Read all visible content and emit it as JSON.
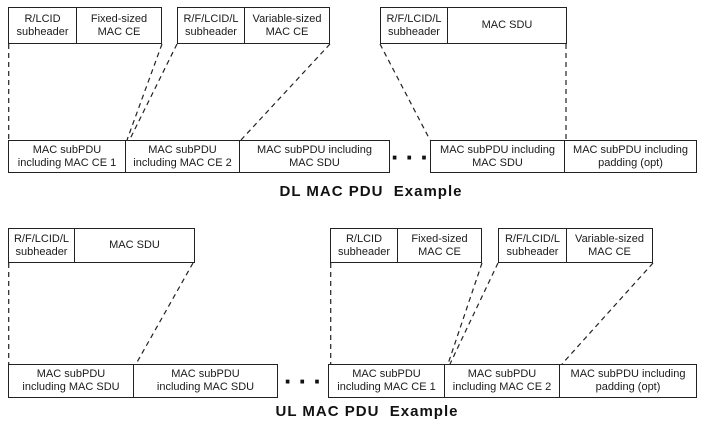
{
  "colors": {
    "background": "#ffffff",
    "line": "#222222",
    "text": "#1a1a1a"
  },
  "dl": {
    "title": "DL MAC PDU  Example",
    "ellipsis": "···",
    "subpdus": [
      {
        "header": "R/LCID\nsubheader",
        "payload": "Fixed-sized\nMAC CE"
      },
      {
        "header": "R/F/LCID/L\nsubheader",
        "payload": "Variable-sized\nMAC CE"
      },
      {
        "header": "R/F/LCID/L\nsubheader",
        "payload": "MAC SDU"
      }
    ],
    "pdu_subpdus": [
      "MAC subPDU\nincluding MAC CE 1",
      "MAC subPDU\nincluding MAC CE 2",
      "MAC subPDU including\nMAC SDU",
      "MAC subPDU including\nMAC SDU",
      "MAC subPDU including\npadding (opt)"
    ]
  },
  "ul": {
    "title": "UL MAC PDU  Example",
    "ellipsis": "···",
    "subpdus": [
      {
        "header": "R/F/LCID/L\nsubheader",
        "payload": "MAC SDU"
      },
      {
        "header": "R/LCID\nsubheader",
        "payload": "Fixed-sized\nMAC CE"
      },
      {
        "header": "R/F/LCID/L\nsubheader",
        "payload": "Variable-sized\nMAC CE"
      }
    ],
    "pdu_subpdus": [
      "MAC subPDU\nincluding MAC SDU",
      "MAC subPDU\nincluding MAC SDU",
      "MAC subPDU\nincluding MAC CE 1",
      "MAC subPDU\nincluding MAC CE 2",
      "MAC subPDU including\npadding (opt)"
    ]
  }
}
